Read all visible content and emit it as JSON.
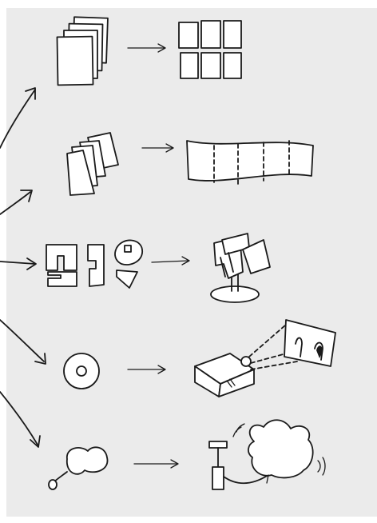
{
  "diagram": {
    "background_color": "#ebebeb",
    "ink_color": "#1a1a1a",
    "rows": [
      {
        "input": "stack-of-sheets",
        "output": "grid-of-six-panels"
      },
      {
        "input": "folded-concertina-sheets",
        "output": "unfolded-panorama-strip"
      },
      {
        "input": "cut-out-shapes",
        "output": "assembled-sculpture-on-stand"
      },
      {
        "input": "disc",
        "output": "projector-casting-image-on-screen"
      },
      {
        "input": "deflated-balloon",
        "output": "inflated-mouse-balloon-with-pump"
      }
    ],
    "icons": [
      "arrow-icon"
    ]
  }
}
